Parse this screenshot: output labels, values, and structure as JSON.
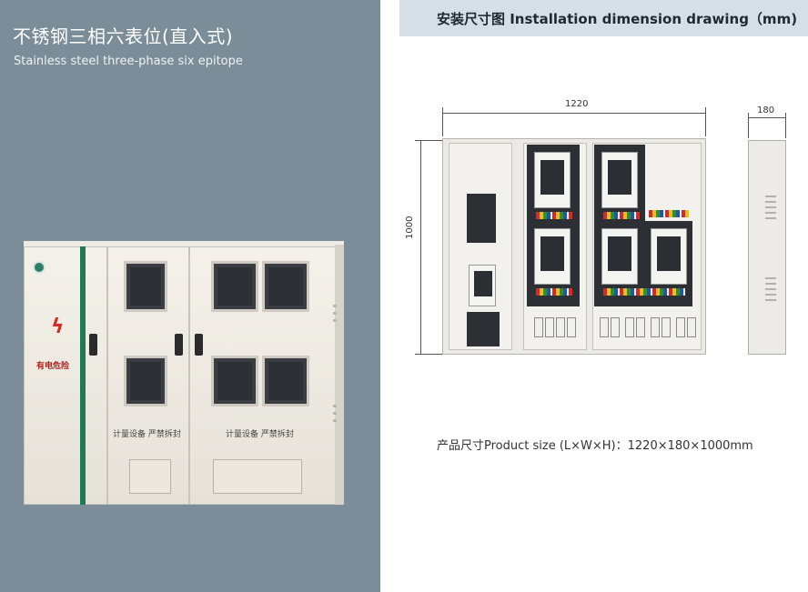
{
  "left": {
    "title": "不锈钢三相六表位(直入式)",
    "subtitle": "Stainless steel three-phase six epitope",
    "cabinet": {
      "warning_text": "有电危险",
      "label_left": "计量设备 严禁拆封",
      "label_right": "计量设备 严禁拆封"
    }
  },
  "right": {
    "header": "安装尺寸图 Installation dimension drawing（mm)",
    "dimensions": {
      "width": "1220",
      "depth": "180",
      "height": "1000"
    },
    "product_size": "产品尺寸Product size (L×W×H)：1220×180×1000mm"
  },
  "colors": {
    "left_bg": "#7b8d98",
    "header_bg": "#d6dfe6",
    "stripe": "#1f7a55"
  }
}
